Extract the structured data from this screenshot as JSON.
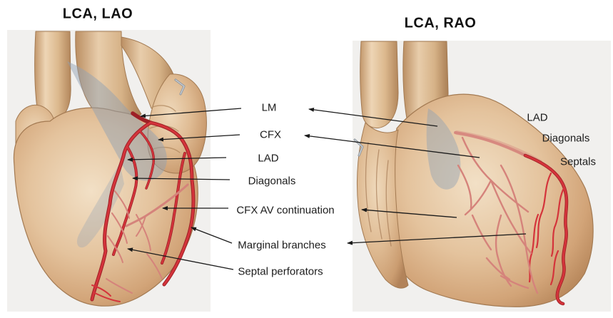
{
  "figure": {
    "left_panel": {
      "title": "LCA, LAO"
    },
    "right_panel": {
      "title": "LCA, RAO"
    }
  },
  "center_labels": {
    "lm": "LM",
    "cfx": "CFX",
    "lad": "LAD",
    "diagonals": "Diagonals",
    "cfx_av": "CFX AV continuation",
    "marginal": "Marginal branches",
    "septal": "Septal perforators"
  },
  "rao_labels": {
    "lad": "LAD",
    "diagonals": "Diagonals",
    "septals": "Septals"
  },
  "colors": {
    "text_color": "#1c1c1c",
    "line_color": "#1a1a1a",
    "panel_bg": "#f1f0ee",
    "artery_red": "#d4343b",
    "artery_dark": "#9e2026",
    "artery_pink": "#d5837b",
    "overlay_blue": "#91a1b3",
    "heart_outline": "#a37a52"
  }
}
